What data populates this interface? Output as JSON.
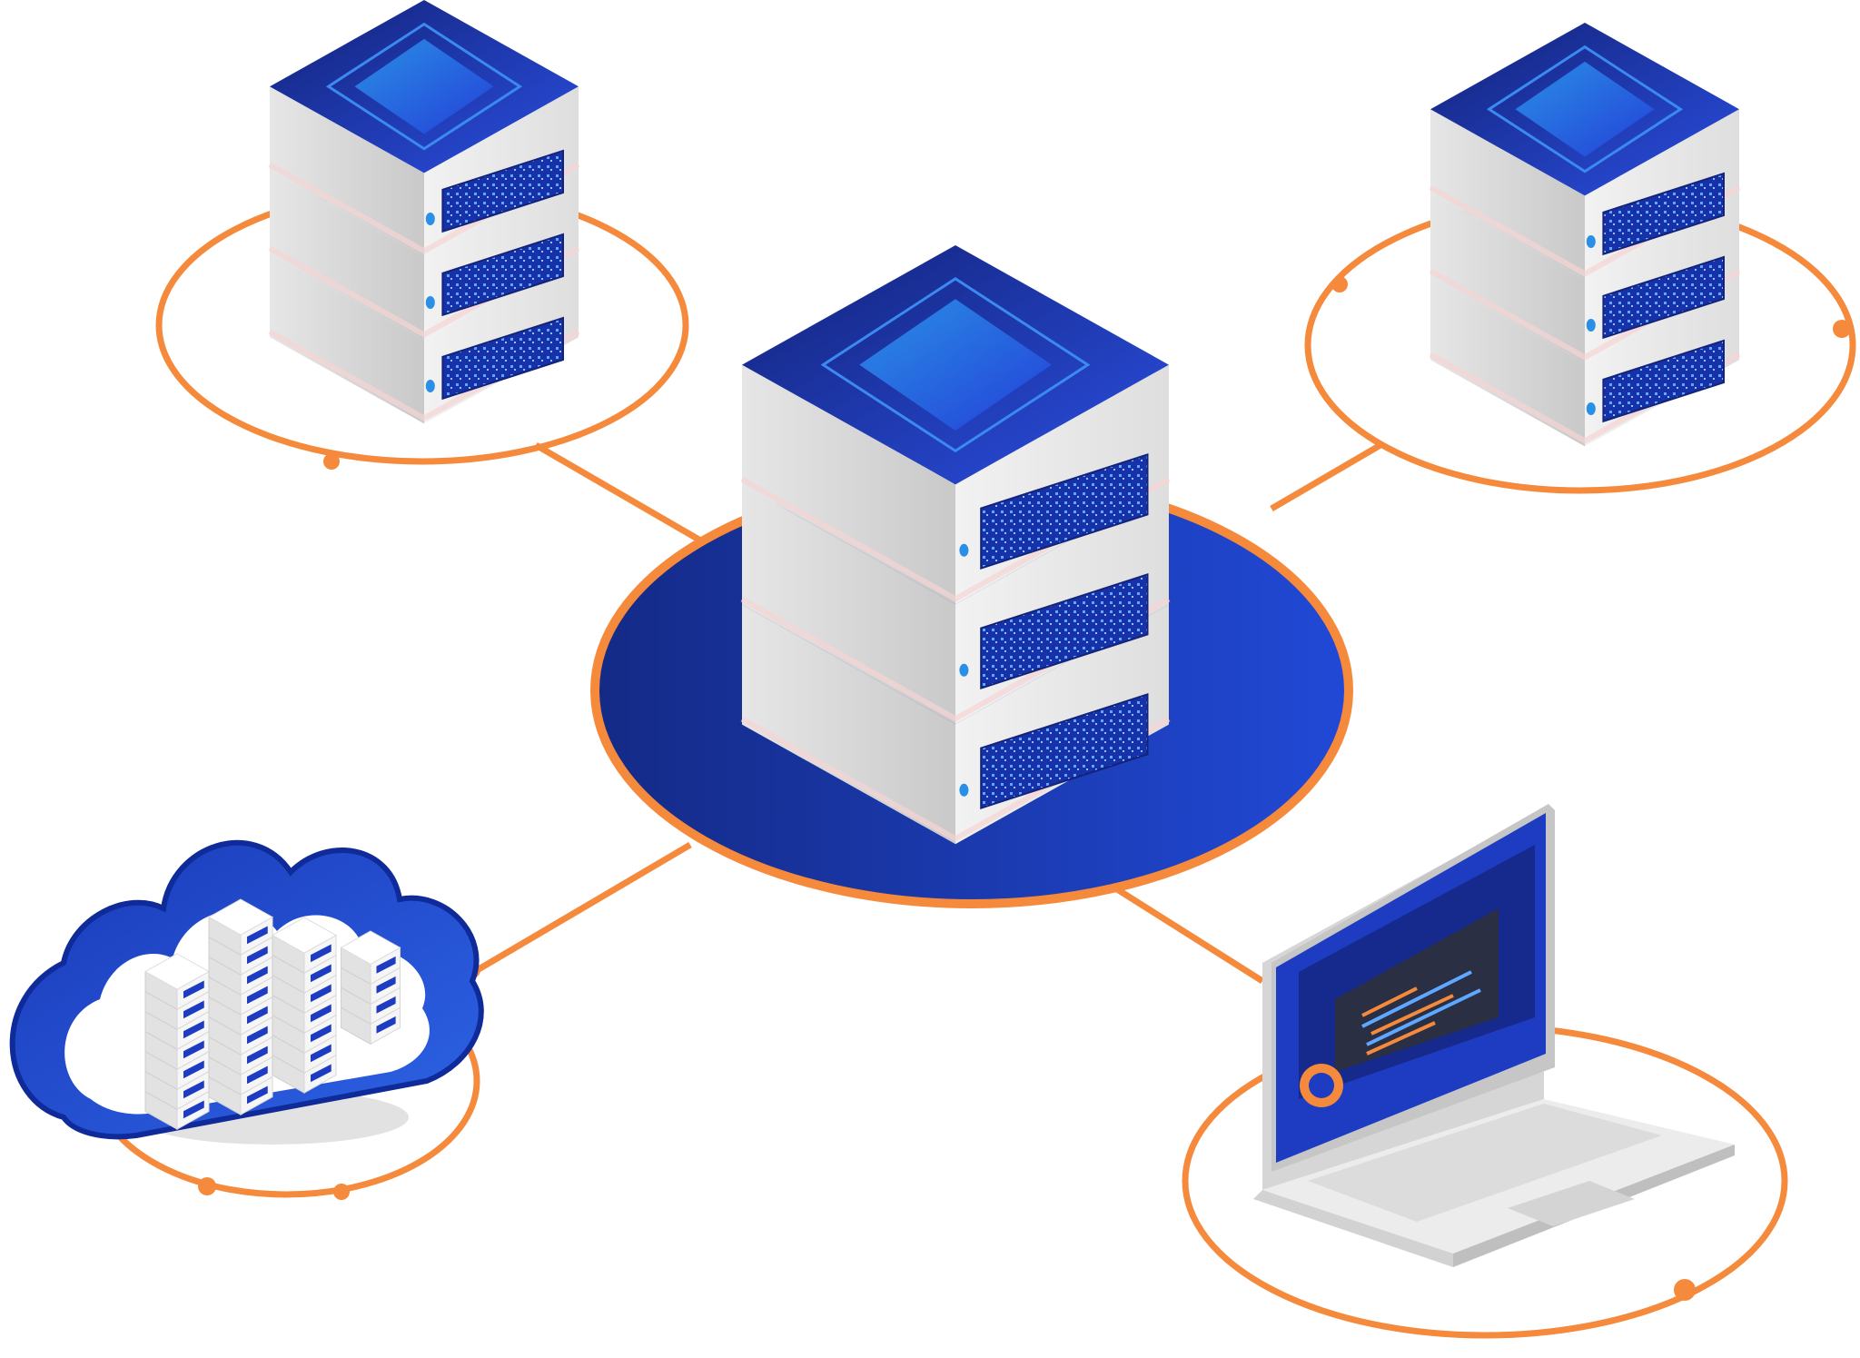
{
  "colors": {
    "background": "#ffffff",
    "connector": "#f58a3c",
    "blue_dark": "#13237a",
    "blue_mid": "#1c3fc0",
    "blue_light": "#2a8fe6",
    "panel_gray": "#d9d9d9",
    "panel_shade": "#bfbfbf"
  },
  "nodes": [
    {
      "id": "center-server",
      "icon": "server-stack-icon"
    },
    {
      "id": "top-left-server",
      "icon": "server-stack-icon"
    },
    {
      "id": "top-right-server",
      "icon": "server-stack-icon"
    },
    {
      "id": "cloud-datacenter",
      "icon": "cloud-server-icon"
    },
    {
      "id": "laptop-client",
      "icon": "laptop-code-icon"
    }
  ],
  "edges": [
    {
      "from": "center-server",
      "to": "top-left-server"
    },
    {
      "from": "center-server",
      "to": "top-right-server"
    },
    {
      "from": "center-server",
      "to": "cloud-datacenter"
    },
    {
      "from": "center-server",
      "to": "laptop-client"
    }
  ]
}
